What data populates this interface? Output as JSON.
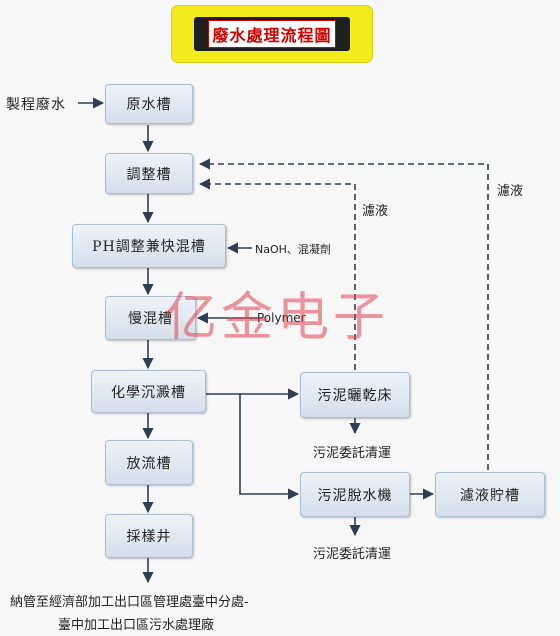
{
  "title": "廢水處理流程圖",
  "input_label": "製程廢水",
  "nodes": {
    "raw_tank": "原水槽",
    "equalization_tank": "調整槽",
    "ph_mix_tank": "PH調整兼快混槽",
    "slow_mix_tank": "慢混槽",
    "chem_sedimentation_tank": "化學沉澱槽",
    "discharge_tank": "放流槽",
    "sampling_well": "採樣井",
    "sludge_drying_bed": "污泥曬乾床",
    "sludge_dewatering": "污泥脫水機",
    "filtrate_tank": "濾液貯槽"
  },
  "labels": {
    "naoh": "NaOH、混凝劑",
    "polymer": "Polymer",
    "filtrate_1": "濾液",
    "filtrate_2": "濾液",
    "sludge_outsource_1": "污泥委託清運",
    "sludge_outsource_2": "污泥委託清運",
    "destination_line1": "納管至經濟部加工出口區管理處臺中分處-",
    "destination_line2": "臺中加工出口區污水處理廠"
  },
  "watermark": "亿金电子",
  "colors": {
    "arrow": "#2f3d52",
    "title_red": "#d00000",
    "title_frame": "#f3ec1c",
    "watermark": "#e2434f"
  }
}
